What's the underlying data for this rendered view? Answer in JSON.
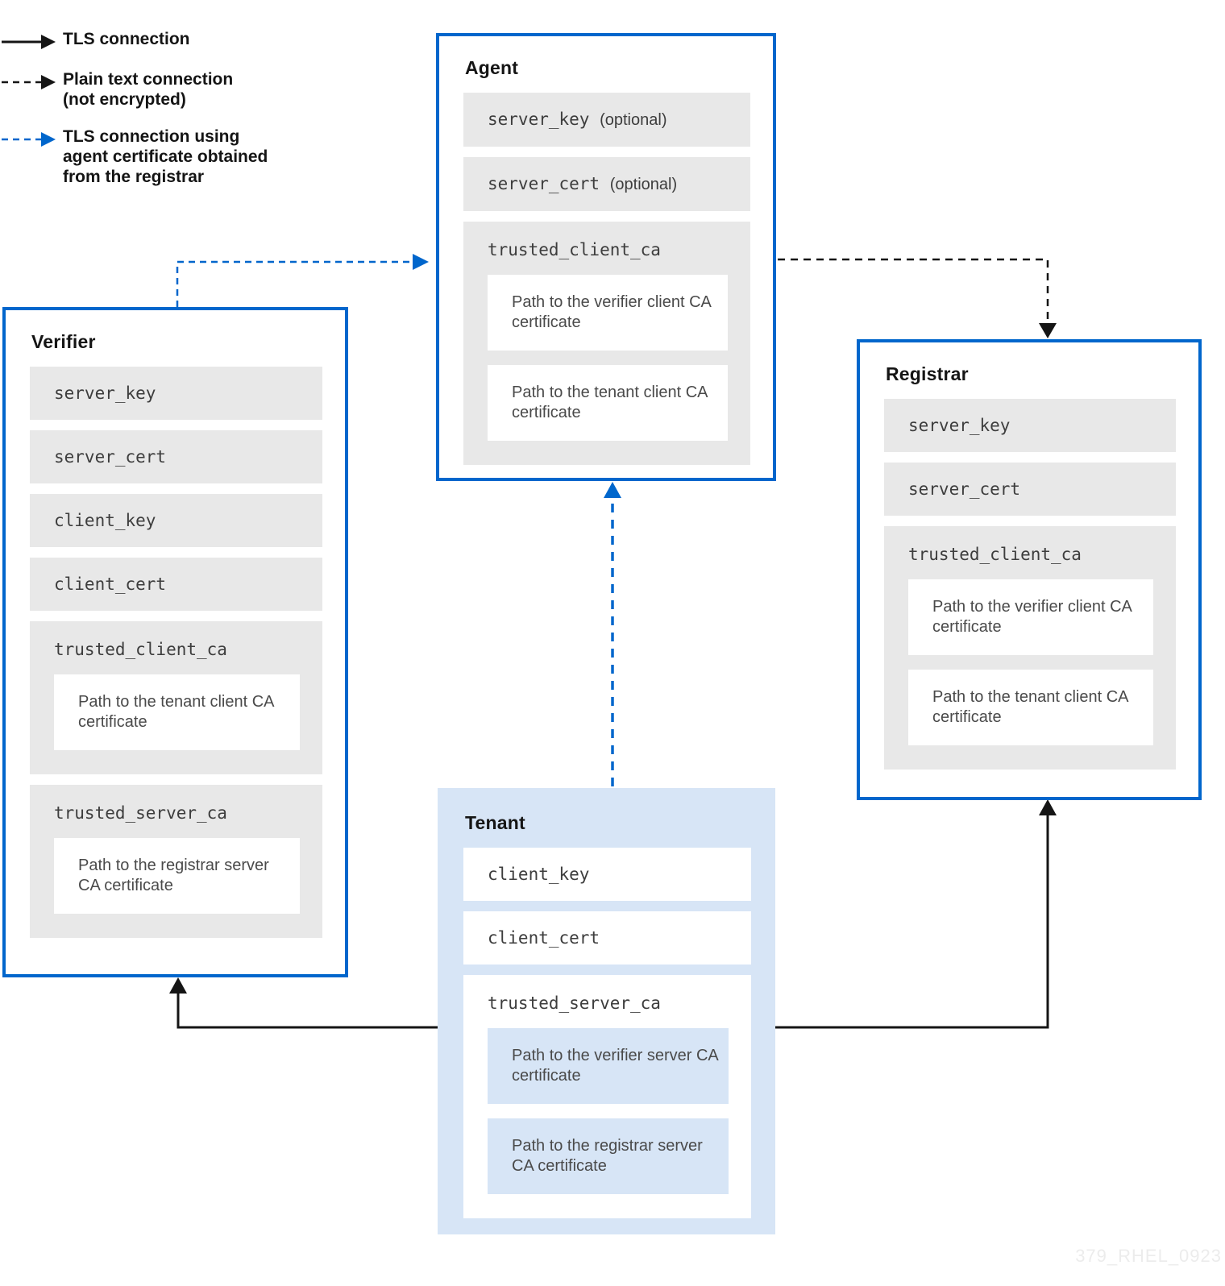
{
  "legend": {
    "items": [
      {
        "name": "tls-connection",
        "lines": [
          "TLS connection"
        ]
      },
      {
        "name": "plain-text-connection",
        "lines": [
          "Plain text connection",
          "(not encrypted)"
        ]
      },
      {
        "name": "tls-connection-agent-certificate",
        "lines": [
          "TLS connection using",
          "agent certificate obtained",
          "from the registrar"
        ]
      }
    ]
  },
  "boxes": {
    "agent": {
      "title": "Agent",
      "rows": [
        {
          "key": "server_key",
          "note": "(optional)"
        },
        {
          "key": "server_cert",
          "note": "(optional)"
        },
        {
          "key": "trusted_client_ca",
          "children": [
            "Path to the verifier client CA certificate",
            "Path to the tenant client CA certificate"
          ]
        }
      ]
    },
    "verifier": {
      "title": "Verifier",
      "rows": [
        {
          "key": "server_key"
        },
        {
          "key": "server_cert"
        },
        {
          "key": "client_key"
        },
        {
          "key": "client_cert"
        },
        {
          "key": "trusted_client_ca",
          "children": [
            "Path to the tenant client CA certificate"
          ]
        },
        {
          "key": "trusted_server_ca",
          "children": [
            "Path to the registrar server CA certificate"
          ]
        }
      ]
    },
    "registrar": {
      "title": "Registrar",
      "rows": [
        {
          "key": "server_key"
        },
        {
          "key": "server_cert"
        },
        {
          "key": "trusted_client_ca",
          "children": [
            "Path to the verifier client CA certificate",
            "Path to the tenant client CA certificate"
          ]
        }
      ]
    },
    "tenant": {
      "title": "Tenant",
      "rows": [
        {
          "key": "client_key"
        },
        {
          "key": "client_cert"
        },
        {
          "key": "trusted_server_ca",
          "children": [
            "Path to the verifier server CA certificate",
            "Path to the registrar server CA certificate"
          ]
        }
      ]
    }
  },
  "colors": {
    "accent_blue": "#0066cc",
    "gray_row": "#e8e8e8",
    "tenant_blue": "#d7e5f6",
    "text_dark": "#151515",
    "mono_text": "#3d3d3d",
    "path_text": "#4a4a4a",
    "watermark_gray": "#ececec"
  },
  "watermark": "379_RHEL_0923"
}
